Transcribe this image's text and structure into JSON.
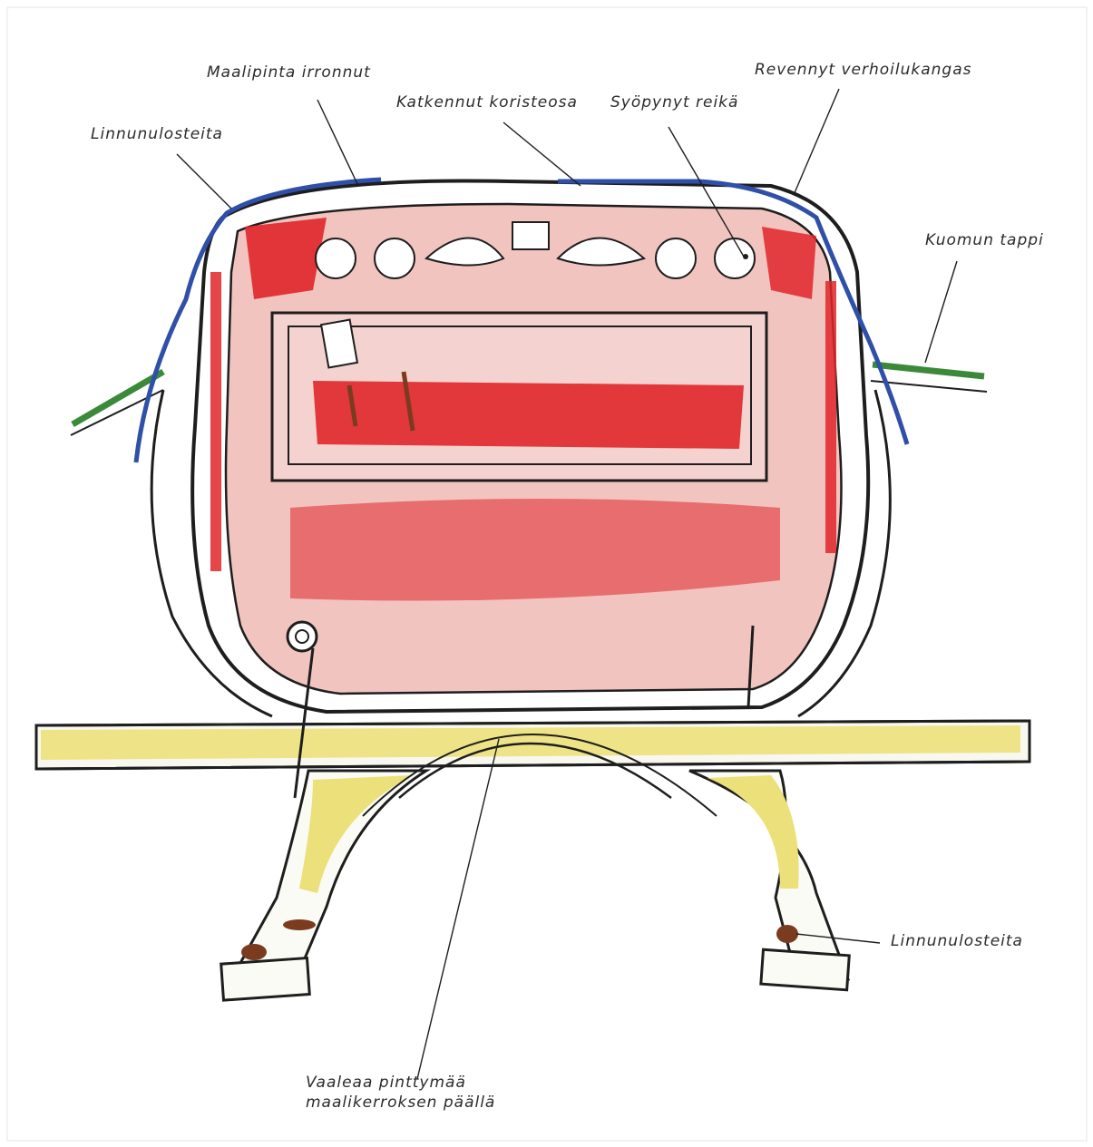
{
  "labels": {
    "maalipinta": "Maalipinta irronnut",
    "katkennut": "Katkennut koristeosa",
    "syopynyt": "Syöpynyt reikä",
    "revennyt": "Revennyt verhoilukangas",
    "linnun_top": "Linnunulosteita",
    "kuomun": "Kuomun tappi",
    "linnun_bottom": "Linnunulosteita",
    "vaaleaa_line1": "Vaaleaa pinttymää",
    "vaaleaa_line2": "maalikerroksen päällä"
  },
  "colors": {
    "paint_loss": "#e0262a",
    "body_tint": "#f2c4c0",
    "upholstery_tear": "#2f4fa8",
    "hood_pin": "#3a8a3a",
    "surface_deposit": "#ece07a",
    "bird_droppings": "#7a3b1f",
    "ink": "#1e1e1e"
  }
}
